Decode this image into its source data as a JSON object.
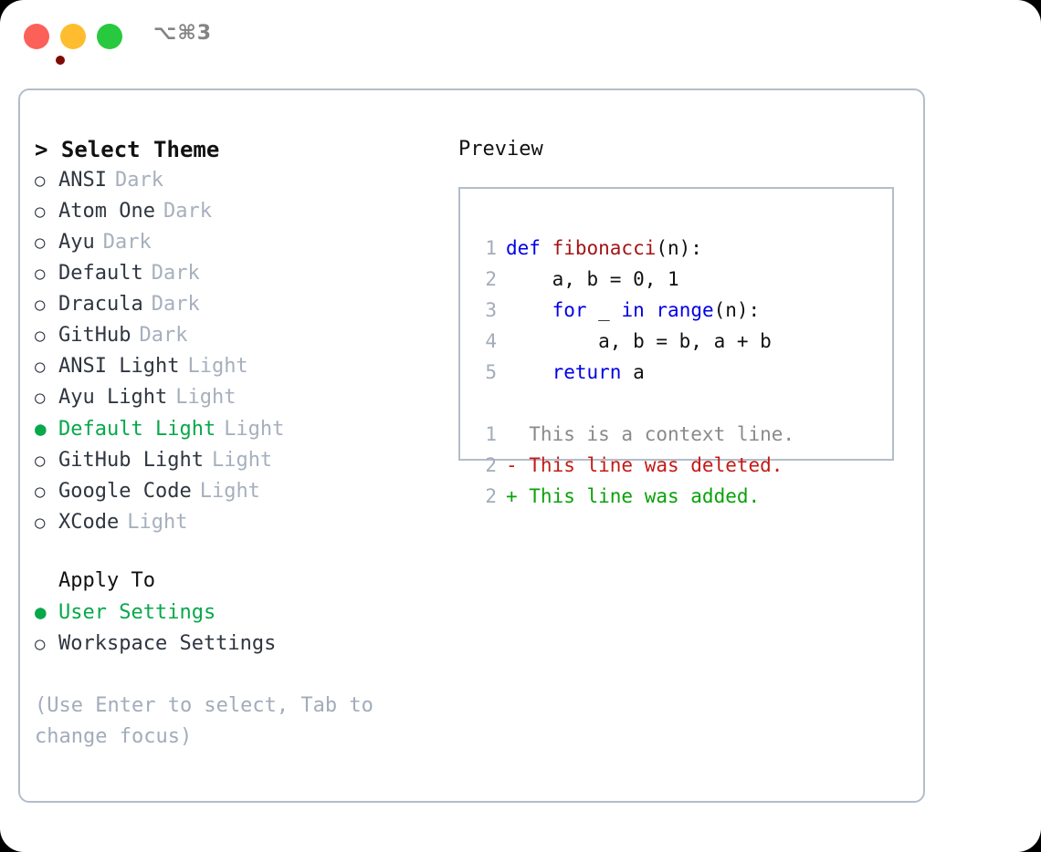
{
  "titlebar": {
    "shortcut": "⌥⌘3",
    "buttons": {
      "close": "close-window",
      "minimize": "minimize-window",
      "maximize": "maximize-window"
    }
  },
  "theme_panel": {
    "header": "> Select Theme",
    "items": [
      {
        "bullet": "○",
        "label": "ANSI",
        "variant": "Dark",
        "selected": false
      },
      {
        "bullet": "○",
        "label": "Atom One",
        "variant": "Dark",
        "selected": false
      },
      {
        "bullet": "○",
        "label": "Ayu",
        "variant": "Dark",
        "selected": false
      },
      {
        "bullet": "○",
        "label": "Default",
        "variant": "Dark",
        "selected": false
      },
      {
        "bullet": "○",
        "label": "Dracula",
        "variant": "Dark",
        "selected": false
      },
      {
        "bullet": "○",
        "label": "GitHub",
        "variant": "Dark",
        "selected": false
      },
      {
        "bullet": "○",
        "label": "ANSI Light",
        "variant": "Light",
        "selected": false
      },
      {
        "bullet": "○",
        "label": "Ayu Light",
        "variant": "Light",
        "selected": false
      },
      {
        "bullet": "●",
        "label": "Default Light",
        "variant": "Light",
        "selected": true
      },
      {
        "bullet": "○",
        "label": "GitHub Light",
        "variant": "Light",
        "selected": false
      },
      {
        "bullet": "○",
        "label": "Google Code",
        "variant": "Light",
        "selected": false
      },
      {
        "bullet": "○",
        "label": "XCode",
        "variant": "Light",
        "selected": false
      }
    ]
  },
  "apply_to": {
    "header": "Apply To",
    "items": [
      {
        "bullet": "●",
        "label": "User Settings",
        "selected": true
      },
      {
        "bullet": "○",
        "label": "Workspace Settings",
        "selected": false
      }
    ]
  },
  "hint": "(Use Enter to select, Tab to change focus)",
  "preview": {
    "header": "Preview",
    "code_lines": [
      {
        "no": "1",
        "segments": [
          {
            "text": "def ",
            "cls": "tok-kw"
          },
          {
            "text": "fibonacci",
            "cls": "tok-fn"
          },
          {
            "text": "(n):",
            "cls": "tok-plain"
          }
        ]
      },
      {
        "no": "2",
        "segments": [
          {
            "text": "    a, b = 0, 1",
            "cls": "tok-plain"
          }
        ]
      },
      {
        "no": "3",
        "segments": [
          {
            "text": "    ",
            "cls": "tok-plain"
          },
          {
            "text": "for",
            "cls": "tok-kw"
          },
          {
            "text": " _ ",
            "cls": "tok-plain"
          },
          {
            "text": "in",
            "cls": "tok-kw"
          },
          {
            "text": " ",
            "cls": "tok-plain"
          },
          {
            "text": "range",
            "cls": "tok-kw"
          },
          {
            "text": "(n):",
            "cls": "tok-plain"
          }
        ]
      },
      {
        "no": "4",
        "segments": [
          {
            "text": "        a, b = b, a + b",
            "cls": "tok-plain"
          }
        ]
      },
      {
        "no": "5",
        "segments": [
          {
            "text": "    ",
            "cls": "tok-plain"
          },
          {
            "text": "return",
            "cls": "tok-kw"
          },
          {
            "text": " a",
            "cls": "tok-plain"
          }
        ]
      }
    ],
    "diff_lines": [
      {
        "no": "1",
        "text": "  This is a context line.",
        "cls": "diff-ctx"
      },
      {
        "no": "2",
        "text": "- This line was deleted.",
        "cls": "diff-del"
      },
      {
        "no": "2",
        "text": "+ This line was added.",
        "cls": "diff-add"
      }
    ]
  },
  "colors": {
    "accent_green": "#06a84a",
    "muted": "#a6b0bd",
    "border": "#b3bdcb",
    "keyword": "#0000e6",
    "function": "#a31515",
    "diff_add": "#09a209",
    "diff_del": "#c41a16",
    "traffic_close": "#fb6158",
    "traffic_min": "#fdbd2e",
    "traffic_max": "#28c93f"
  }
}
